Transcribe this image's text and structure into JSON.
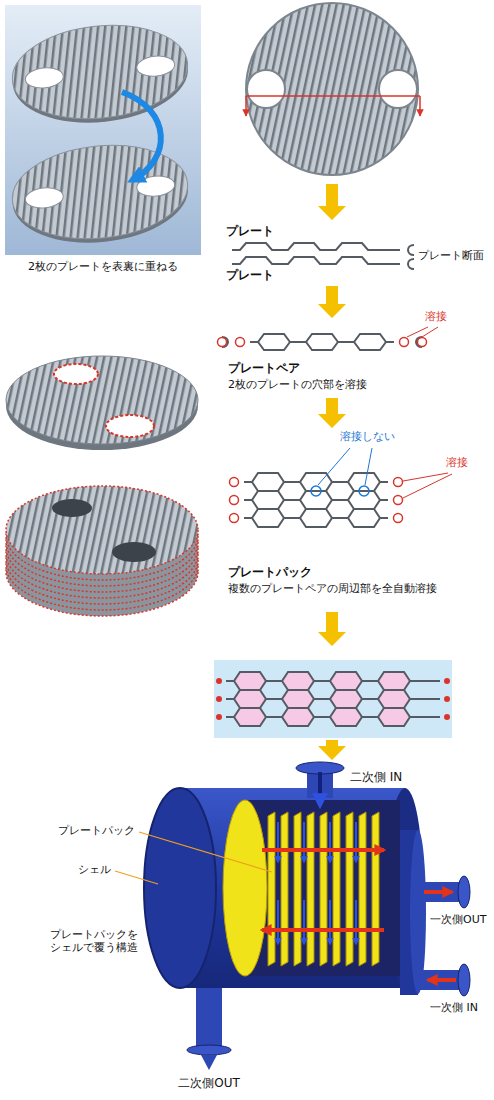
{
  "diagram": {
    "labels": [
      "プレート",
      "プレート",
      "プレート断面",
      "2枚のプレートを表裏に重ねる",
      "溶接",
      "プレートペア",
      "2枚のプレートの穴部を溶接",
      "溶接しない",
      "溶接",
      "プレートパック",
      "複数のプレートペアの周辺部を全自動溶接",
      "二次側 IN",
      "プレートパック",
      "シェル",
      "プレートパックをシェルで覆う構造",
      "一次側OUT",
      "一次側 IN",
      "二次側OUT"
    ]
  }
}
